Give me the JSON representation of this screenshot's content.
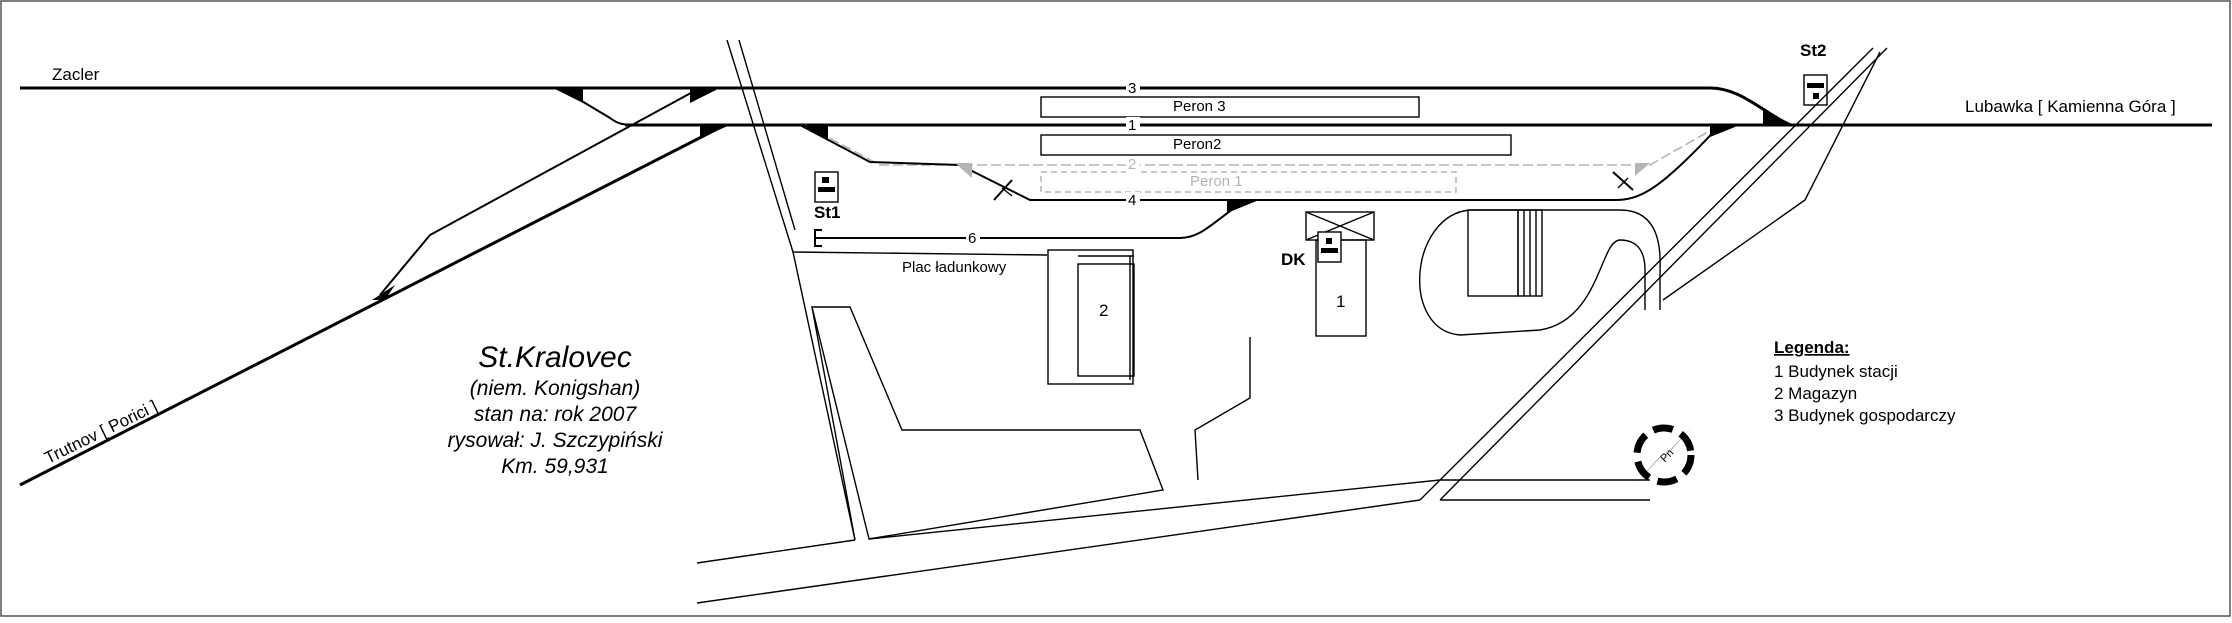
{
  "labels": {
    "zacler": "Zacler",
    "lubawka": "Lubawka [ Kamienna Góra ]",
    "trutnov": "Trutnov [ Porici ]",
    "st1": "St1",
    "st2": "St2",
    "dk": "DK",
    "plac": "Plac ładunkowy"
  },
  "tracks": {
    "t1": "1",
    "t2": "2",
    "t3": "3",
    "t4": "4",
    "t6": "6"
  },
  "platforms": {
    "p1": "Peron 1",
    "p2": "Peron2",
    "p3": "Peron 3"
  },
  "buildings": {
    "b1": "1",
    "b2": "2"
  },
  "title": {
    "name": "St.Kralovec",
    "line1": "(niem. Konigshan)",
    "line2": "stan na: rok 2007",
    "line3": "rysował: J. Szczypiński",
    "line4": "Km. 59,931"
  },
  "legend": {
    "heading": "Legenda:",
    "items": [
      "1  Budynek stacji",
      "2  Magazyn",
      "3  Budynek gospodarczy"
    ]
  },
  "compass": {
    "label": "Pn"
  }
}
